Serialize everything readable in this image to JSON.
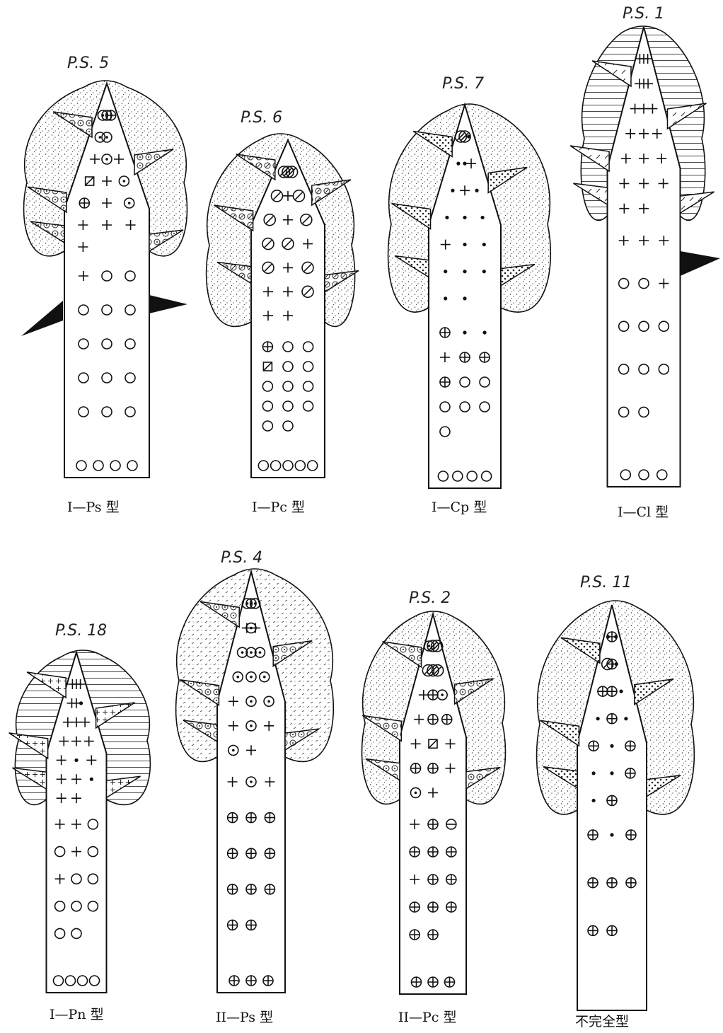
{
  "figures": [
    {
      "id": "ps5",
      "ps_label": "P.S. 5",
      "type_label": "I—Ps 型",
      "crown": "stipple",
      "trunk": "sym",
      "core": [
        "sd",
        "sd",
        "op",
        "sd",
        "sd",
        "sp",
        "+",
        "sd",
        "+",
        "sq",
        "+",
        "sd",
        "op",
        "+",
        "sd",
        "+",
        "+",
        "+",
        "+"
      ],
      "lower": [
        "+",
        "o",
        "o",
        "o",
        "o",
        "o",
        "o",
        "o",
        "o",
        "o",
        "o",
        "o",
        "o",
        "o",
        "o"
      ],
      "bottom": [
        "o",
        "o",
        "o",
        "o"
      ],
      "pocket": "sd",
      "wedge": "left"
    },
    {
      "id": "ps6",
      "ps_label": "P.S. 6",
      "type_label": "I—Pc 型",
      "crown": "stipple",
      "trunk": "sym",
      "core": [
        "sl",
        "sl",
        "sl",
        "sl",
        "+",
        "sl",
        "sl",
        "+",
        "sl",
        "sl",
        "sl",
        "+",
        "sl",
        "+",
        "sl",
        "+",
        "+",
        "sl",
        "+",
        "+"
      ],
      "lower": [
        "op",
        "o",
        "o",
        "bx",
        "o",
        "o",
        "o",
        "o",
        "o",
        "o",
        "o",
        "o",
        "o",
        "o"
      ],
      "bottom": [
        "o",
        "o",
        "o",
        "o",
        "o"
      ],
      "pocket": "sl",
      "wedge": "none"
    },
    {
      "id": "ps7",
      "ps_label": "P.S. 7",
      "type_label": "I—Cp 型",
      "crown": "stipple",
      "trunk": "sym",
      "core": [
        "sl",
        "sl",
        ".",
        ".",
        ".",
        "+",
        ".",
        "+",
        ".",
        ".",
        ".",
        ".",
        "+",
        ".",
        ".",
        ".",
        ".",
        ".",
        ".",
        "."
      ],
      "lower": [
        "op",
        ".",
        ".",
        "+",
        "op",
        "op",
        "op",
        "o",
        "o",
        "o",
        "o",
        "o",
        "o"
      ],
      "bottom": [
        "o",
        "o",
        "o",
        "o"
      ],
      "pocket": "dots",
      "wedge": "none"
    },
    {
      "id": "ps1",
      "ps_label": "P.S. 1",
      "type_label": "I—Cl 型",
      "crown": "hatch",
      "trunk": "sym",
      "core": [
        "+",
        "+",
        "+",
        "+",
        "+",
        "+",
        "+",
        "+",
        "+",
        "+",
        "+",
        "+",
        "+",
        "+",
        "+",
        "+",
        "+",
        "+",
        "+",
        "+"
      ],
      "lower": [
        "+",
        "+",
        "+",
        "o",
        "o",
        "+",
        "o",
        "o",
        "o",
        "o",
        "o",
        "o",
        "o",
        "o"
      ],
      "bottom": [
        "o",
        "o",
        "o"
      ],
      "pocket": "dash",
      "wedge": "right"
    },
    {
      "id": "ps18",
      "ps_label": "P.S. 18",
      "type_label": "I—Pn 型",
      "crown": "hatch",
      "trunk": "sym",
      "core": [
        "+",
        "+",
        "+",
        "+",
        "+",
        ".",
        "+",
        "+",
        "+",
        "+",
        "+",
        "+",
        "+",
        ".",
        "+",
        "+",
        "+",
        ".",
        "+",
        "+"
      ],
      "lower": [
        "+",
        "+",
        "o",
        "o",
        "+",
        "o",
        "+",
        "o",
        "o",
        "o",
        "o",
        "o",
        "o",
        "o"
      ],
      "bottom": [
        "o",
        "o",
        "o",
        "o"
      ],
      "pocket": "plus",
      "wedge": "none"
    },
    {
      "id": "ps4",
      "ps_label": "P.S. 4",
      "type_label": "II—Ps 型",
      "crown": "dash",
      "trunk": "sym",
      "core": [
        "sd",
        "sd",
        "sd",
        "+",
        "sd",
        "+",
        "sd",
        "sd",
        "sd",
        "sd",
        "sd",
        "sd",
        "+",
        "sd",
        "sd",
        "+",
        "sd",
        "+",
        "sd",
        "+"
      ],
      "lower": [
        "+",
        "sd",
        "+",
        "op",
        "op",
        "op",
        "op",
        "op",
        "op",
        "op",
        "op",
        "op",
        "op",
        "op"
      ],
      "bottom": [
        "op",
        "op",
        "op"
      ],
      "pocket": "sd",
      "wedge": "none"
    },
    {
      "id": "ps2",
      "ps_label": "P.S. 2",
      "type_label": "II—Pc 型",
      "crown": "stipple",
      "trunk": "sym",
      "core": [
        "sd",
        "sl",
        "sl",
        "sl",
        "sl",
        "sl",
        "+",
        "op",
        "sd",
        "+",
        "op",
        "op",
        "+",
        "sq",
        "+",
        "op",
        "op",
        "+",
        "sd",
        "+"
      ],
      "lower": [
        "+",
        "op",
        "mi",
        "op",
        "op",
        "op",
        "+",
        "op",
        "op",
        "op",
        "op",
        "op",
        "op",
        "op"
      ],
      "bottom": [
        "op",
        "op",
        "op"
      ],
      "pocket": "sd",
      "wedge": "none"
    },
    {
      "id": "ps11",
      "ps_label": "P.S. 11",
      "type_label": "不完全型",
      "crown": "stipple",
      "trunk": "sym",
      "core": [
        ".",
        "op",
        ".",
        "sl",
        "op",
        ".",
        "op",
        "op",
        ".",
        ".",
        "op",
        ".",
        "op",
        ".",
        "op",
        ".",
        ".",
        "op",
        ".",
        "op"
      ],
      "lower": [
        "op",
        ".",
        "op",
        "op",
        "op",
        "op",
        "op",
        "op"
      ],
      "bottom": [],
      "pocket": "dots",
      "wedge": "none"
    }
  ]
}
